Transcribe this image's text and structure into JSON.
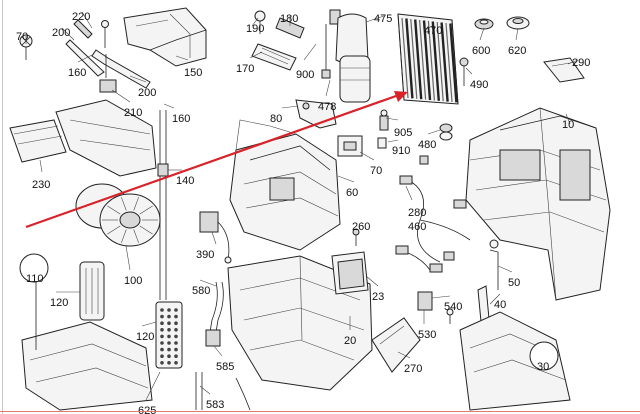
{
  "diagram": {
    "accent_arrow_color": "#d8232a",
    "callouts": [
      {
        "id": "c220",
        "text": "220"
      },
      {
        "id": "c200a",
        "text": "200"
      },
      {
        "id": "c70a",
        "text": "70"
      },
      {
        "id": "c190",
        "text": "190"
      },
      {
        "id": "c180",
        "text": "180"
      },
      {
        "id": "c170",
        "text": "170"
      },
      {
        "id": "c900",
        "text": "900"
      },
      {
        "id": "c475",
        "text": "475"
      },
      {
        "id": "c470",
        "text": "470"
      },
      {
        "id": "c600",
        "text": "600"
      },
      {
        "id": "c620",
        "text": "620"
      },
      {
        "id": "c290",
        "text": "290"
      },
      {
        "id": "c490",
        "text": "490"
      },
      {
        "id": "c160a",
        "text": "160"
      },
      {
        "id": "c150",
        "text": "150"
      },
      {
        "id": "c200b",
        "text": "200"
      },
      {
        "id": "c210",
        "text": "210"
      },
      {
        "id": "c160b",
        "text": "160"
      },
      {
        "id": "c478",
        "text": "478"
      },
      {
        "id": "c80",
        "text": "80"
      },
      {
        "id": "c905",
        "text": "905"
      },
      {
        "id": "c480",
        "text": "480"
      },
      {
        "id": "c10",
        "text": "10"
      },
      {
        "id": "c910",
        "text": "910"
      },
      {
        "id": "c70b",
        "text": "70"
      },
      {
        "id": "c230",
        "text": "230"
      },
      {
        "id": "c140",
        "text": "140"
      },
      {
        "id": "c60",
        "text": "60"
      },
      {
        "id": "c280",
        "text": "280"
      },
      {
        "id": "c460",
        "text": "460"
      },
      {
        "id": "c260",
        "text": "260"
      },
      {
        "id": "c390",
        "text": "390"
      },
      {
        "id": "c110",
        "text": "110"
      },
      {
        "id": "c100",
        "text": "100"
      },
      {
        "id": "c50",
        "text": "50"
      },
      {
        "id": "c580",
        "text": "580"
      },
      {
        "id": "c23",
        "text": "23"
      },
      {
        "id": "c40",
        "text": "40"
      },
      {
        "id": "c120a",
        "text": "120"
      },
      {
        "id": "c540",
        "text": "540"
      },
      {
        "id": "c530",
        "text": "530"
      },
      {
        "id": "c120b",
        "text": "120"
      },
      {
        "id": "c20",
        "text": "20"
      },
      {
        "id": "c30",
        "text": "30"
      },
      {
        "id": "c585",
        "text": "585"
      },
      {
        "id": "c270",
        "text": "270"
      },
      {
        "id": "c583",
        "text": "583"
      },
      {
        "id": "c625",
        "text": "625"
      }
    ]
  }
}
